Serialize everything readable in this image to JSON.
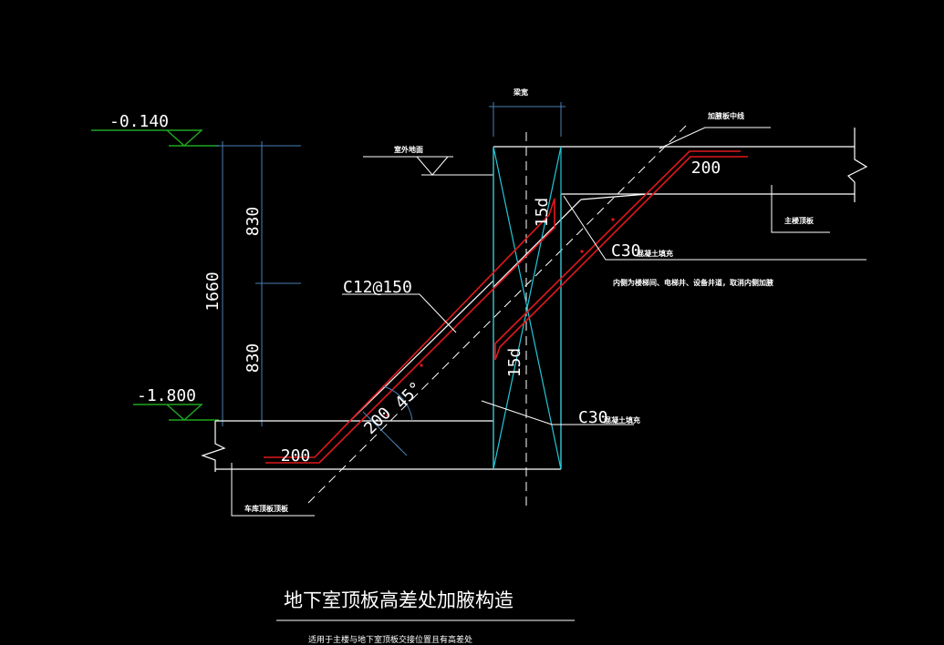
{
  "elevations": {
    "top": "-0.140",
    "bottom": "-1.800"
  },
  "dimensions": {
    "upper": "830",
    "lower": "830",
    "total": "1660",
    "top_lap": "200",
    "bottom_lap": "200",
    "haunch_thickness": "200",
    "angle": "45°",
    "anchor_top": "15d",
    "anchor_bottom": "15d",
    "beam_width": "梁宽"
  },
  "labels": {
    "rebar": "C12@150",
    "outdoor_ground": "室外地面",
    "haunch_centerline": "加腋板中线",
    "main_roof_slab": "主楼顶板",
    "concrete_fill_upper": "C30",
    "concrete_fill_upper_text": "混凝土填充",
    "concrete_fill_lower": "C30",
    "concrete_fill_lower_text": "混凝土填充",
    "note_inner_side": "内侧为楼梯间、电梯井、设备井道，取消内侧加腋",
    "garage_roof_slab": "车库顶板顶板"
  },
  "title": {
    "main": "地下室顶板高差处加腋构造",
    "sub": "适用于主楼与地下室顶板交接位置且有高差处"
  },
  "colors": {
    "dim_line": "#4a7fb5",
    "rebar": "#e0181b",
    "elevation_mark": "#1fa51f",
    "cyan": "#22c8d8",
    "white": "#ffffff"
  }
}
